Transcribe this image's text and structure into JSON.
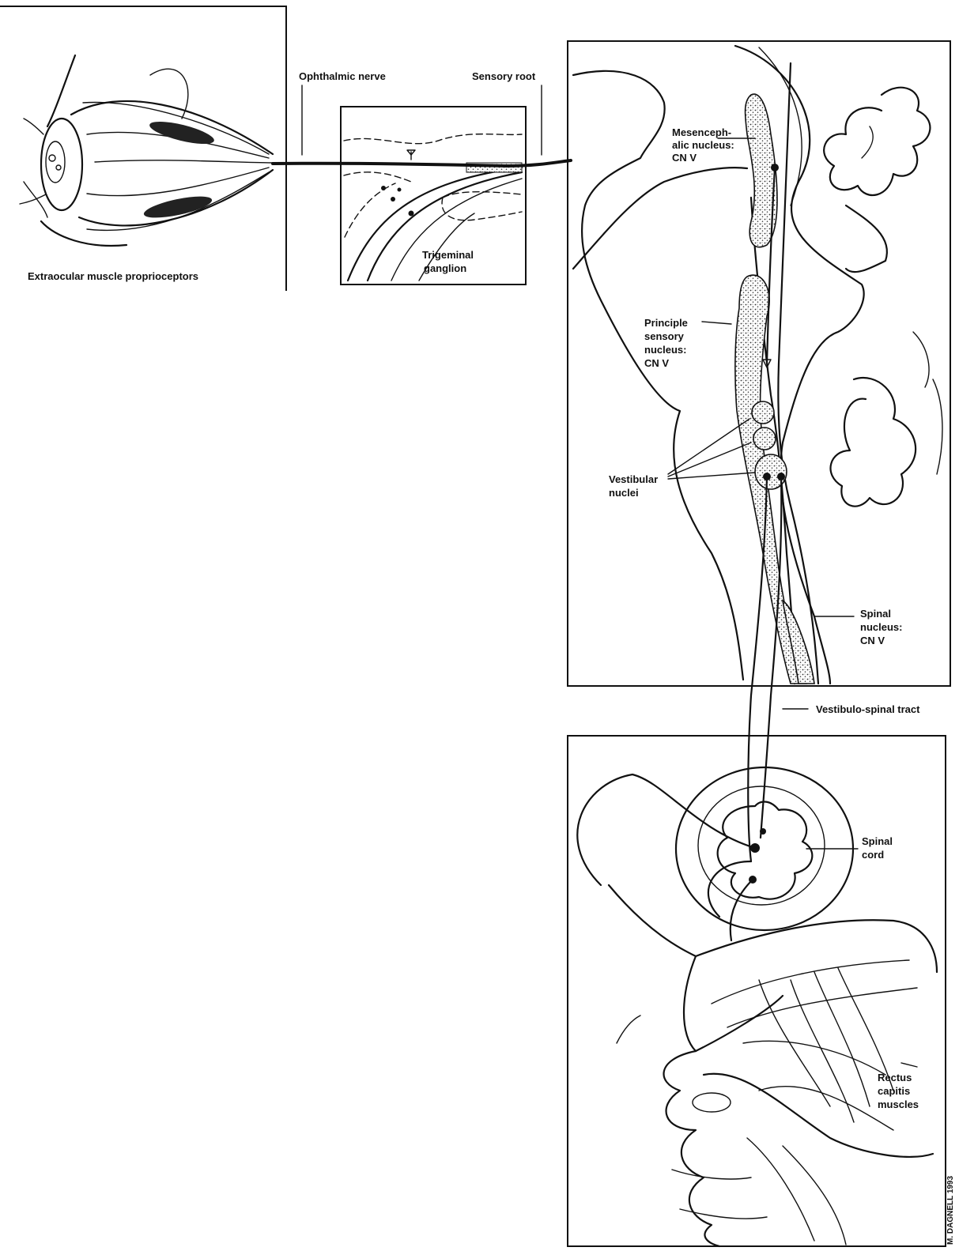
{
  "labels": {
    "extraocular": "Extraocular muscle proprioceptors",
    "ophthalmic_nerve": "Ophthalmic nerve",
    "sensory_root": "Sensory root",
    "trigeminal_1": "Trigeminal",
    "trigeminal_2": "ganglion",
    "mesencephalic_1": "Mesenceph-",
    "mesencephalic_2": "alic nucleus:",
    "mesencephalic_3": "CN V",
    "principle_1": "Principle",
    "principle_2": "sensory",
    "principle_3": "nucleus:",
    "principle_4": "CN V",
    "vestibular_1": "Vestibular",
    "vestibular_2": "nuclei",
    "spinal_nucleus_1": "Spinal",
    "spinal_nucleus_2": "nucleus:",
    "spinal_nucleus_3": "CN V",
    "vestibulo_spinal": "Vestibulo-spinal tract",
    "spinal_cord_1": "Spinal",
    "spinal_cord_2": "cord",
    "rectus_1": "Rectus",
    "rectus_2": "capitis",
    "rectus_3": "muscles"
  },
  "credit": "M. DAGNELL 1993"
}
